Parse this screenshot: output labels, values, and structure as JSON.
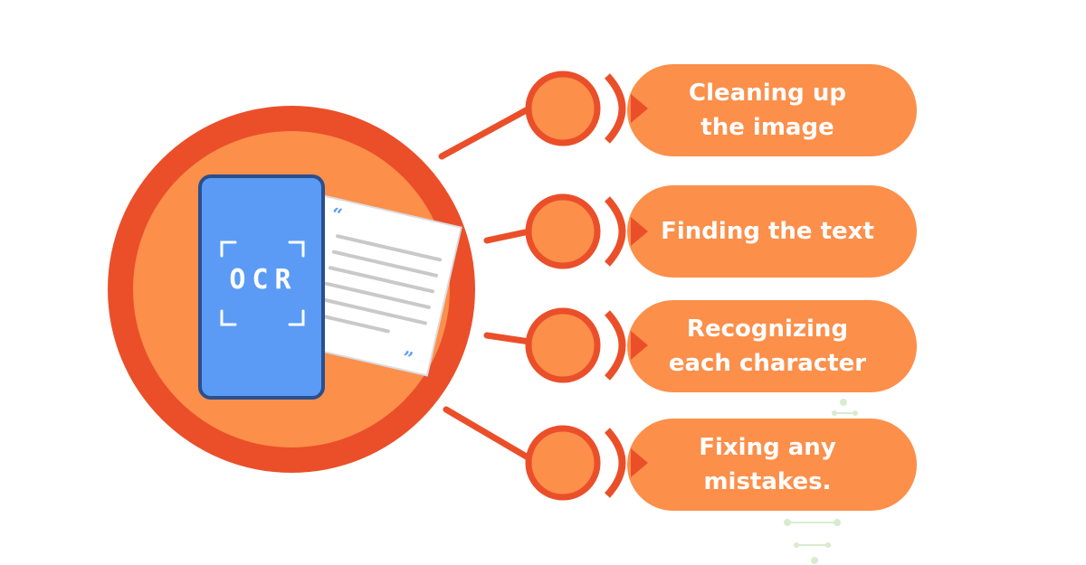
{
  "colors": {
    "red": "#EA4F2A",
    "orange": "#FC8F4A",
    "phone": "#5B9BF5",
    "phone_border": "#2A4F8E"
  },
  "center": {
    "icon": "phone-scanner-icon",
    "ocr_label": "OCR"
  },
  "steps": [
    {
      "label": "Cleaning up\nthe image"
    },
    {
      "label": "Finding the text"
    },
    {
      "label": "Recognizing\neach character"
    },
    {
      "label": "Fixing any\nmistakes."
    }
  ]
}
